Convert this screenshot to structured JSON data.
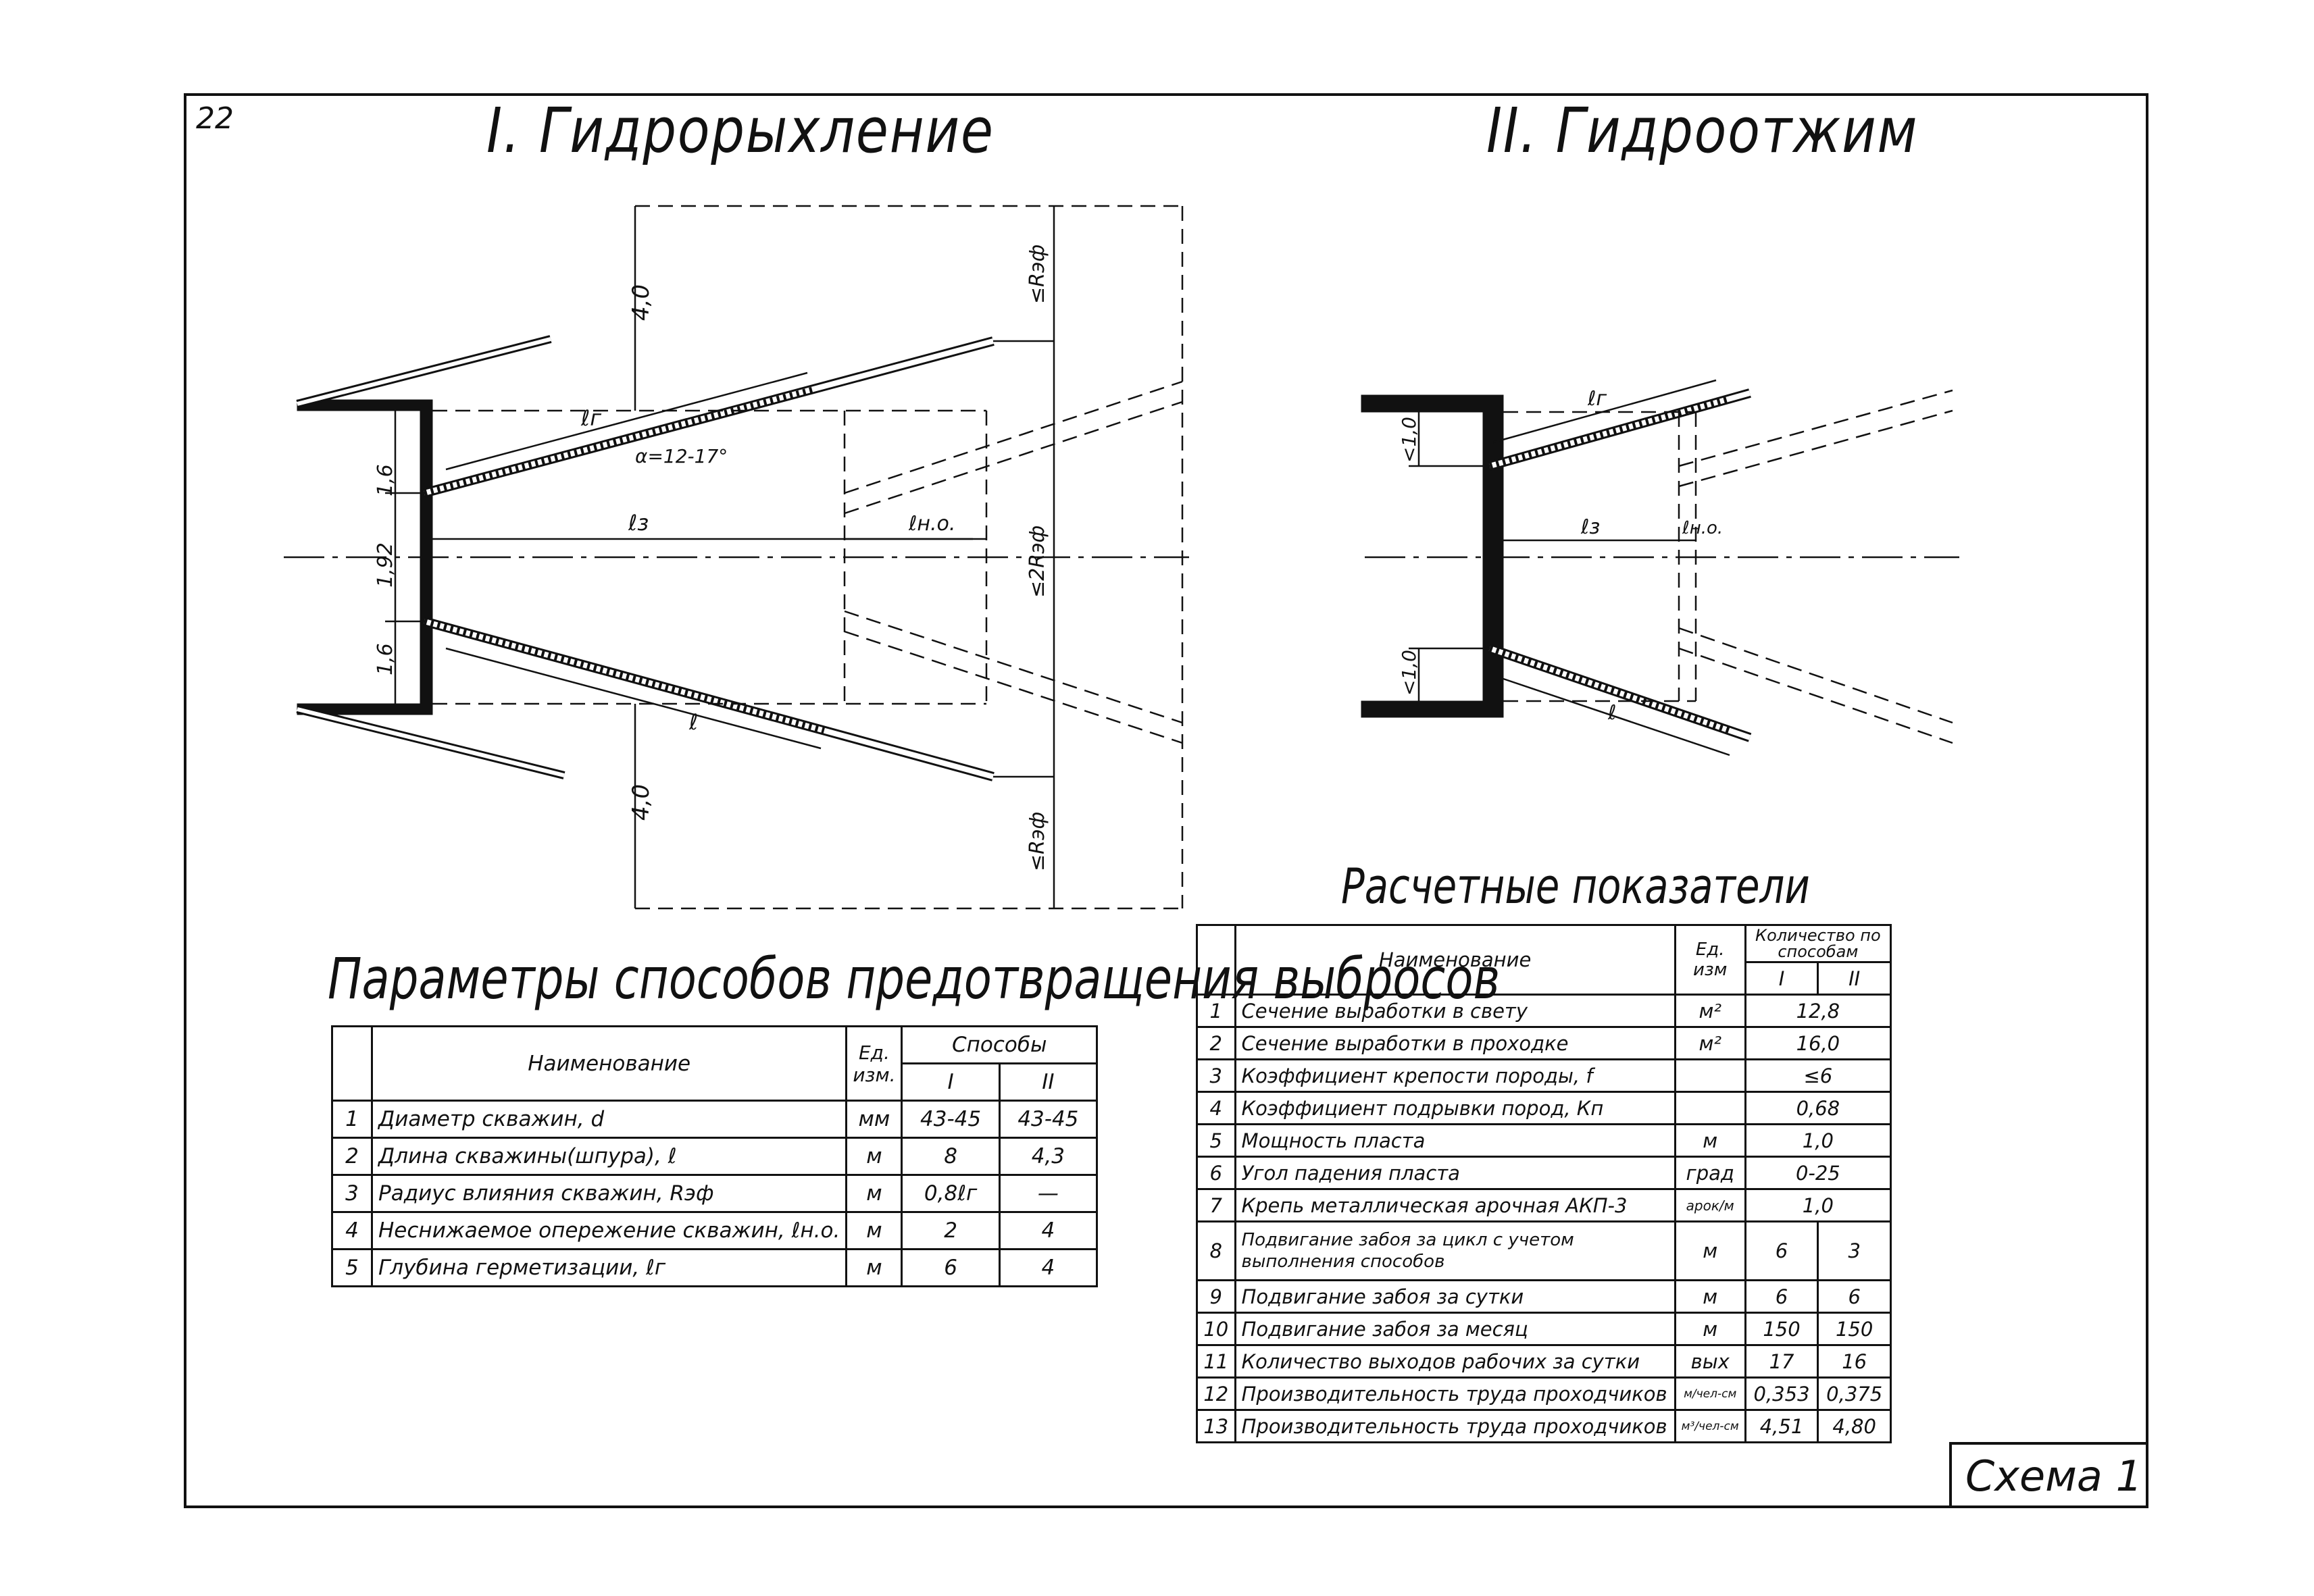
{
  "sheet_number": "22",
  "title_1": "I. Гидрорыхление",
  "title_2": "II. Гидроотжим",
  "drawing_1": {
    "dim_top": "4,0",
    "dim_bottom": "4,0",
    "dim_1_6_top": "1,6",
    "dim_1_92": "1,92",
    "dim_1_6_bot": "1,6",
    "label_lg": "ℓг",
    "label_alpha": "α=12-17°",
    "label_lz": "ℓз",
    "label_lno": "ℓн.о.",
    "label_l": "ℓ",
    "label_r_top": "≤Rэф",
    "label_2r": "≤2Rэф",
    "label_r_bot": "≤Rэф"
  },
  "drawing_2": {
    "label_lg": "ℓг",
    "label_lz": "ℓз",
    "label_lno": "ℓн.о.",
    "label_l": "ℓ",
    "dim_top": "<1,0",
    "dim_bot": "<1,0"
  },
  "table1": {
    "title": "Параметры способов предотвращения выбросов",
    "header_name": "Наименование",
    "header_unit": "Ед. изм.",
    "header_methods": "Способы",
    "method_1": "I",
    "method_2": "II",
    "rows": [
      {
        "n": "1",
        "name": "Диаметр скважин, d",
        "unit": "мм",
        "v1": "43-45",
        "v2": "43-45"
      },
      {
        "n": "2",
        "name": "Длина скважины(шпура), ℓ",
        "unit": "м",
        "v1": "8",
        "v2": "4,3"
      },
      {
        "n": "3",
        "name": "Радиус влияния скважин, Rэф",
        "unit": "м",
        "v1": "0,8ℓг",
        "v2": "—"
      },
      {
        "n": "4",
        "name": "Неснижаемое опережение скважин, ℓн.о.",
        "unit": "м",
        "v1": "2",
        "v2": "4"
      },
      {
        "n": "5",
        "name": "Глубина герметизации, ℓг",
        "unit": "м",
        "v1": "6",
        "v2": "4"
      }
    ]
  },
  "table2": {
    "title": "Расчетные показатели",
    "header_name": "Наименование",
    "header_unit": "Ед. изм",
    "header_qty": "Количество по способам",
    "method_1": "I",
    "method_2": "II",
    "rows_merged": [
      {
        "n": "1",
        "name": "Сечение выработки в свету",
        "unit": "м²",
        "v": "12,8"
      },
      {
        "n": "2",
        "name": "Сечение выработки в проходке",
        "unit": "м²",
        "v": "16,0"
      },
      {
        "n": "3",
        "name": "Коэффициент крепости породы, f",
        "unit": "",
        "v": "≤6"
      },
      {
        "n": "4",
        "name": "Коэффициент подрывки пород, Кп",
        "unit": "",
        "v": "0,68"
      },
      {
        "n": "5",
        "name": "Мощность пласта",
        "unit": "м",
        "v": "1,0"
      },
      {
        "n": "6",
        "name": "Угол падения пласта",
        "unit": "град",
        "v": "0-25"
      },
      {
        "n": "7",
        "name": "Крепь металлическая арочная АКП-3",
        "unit": "арок/м",
        "v": "1,0"
      }
    ],
    "rows_split": [
      {
        "n": "8",
        "name": "Подвигание забоя за цикл с учетом выполнения способов",
        "unit": "м",
        "v1": "6",
        "v2": "3"
      },
      {
        "n": "9",
        "name": "Подвигание забоя за сутки",
        "unit": "м",
        "v1": "6",
        "v2": "6"
      },
      {
        "n": "10",
        "name": "Подвигание забоя за месяц",
        "unit": "м",
        "v1": "150",
        "v2": "150"
      },
      {
        "n": "11",
        "name": "Количество выходов рабочих за сутки",
        "unit": "вых",
        "v1": "17",
        "v2": "16"
      },
      {
        "n": "12",
        "name": "Производительность труда проходчиков",
        "unit": "м/чел-см",
        "v1": "0,353",
        "v2": "0,375"
      },
      {
        "n": "13",
        "name": "Производительность труда проходчиков",
        "unit": "м³/чел-см",
        "v1": "4,51",
        "v2": "4,80"
      }
    ]
  },
  "stamp": "Схема 1"
}
